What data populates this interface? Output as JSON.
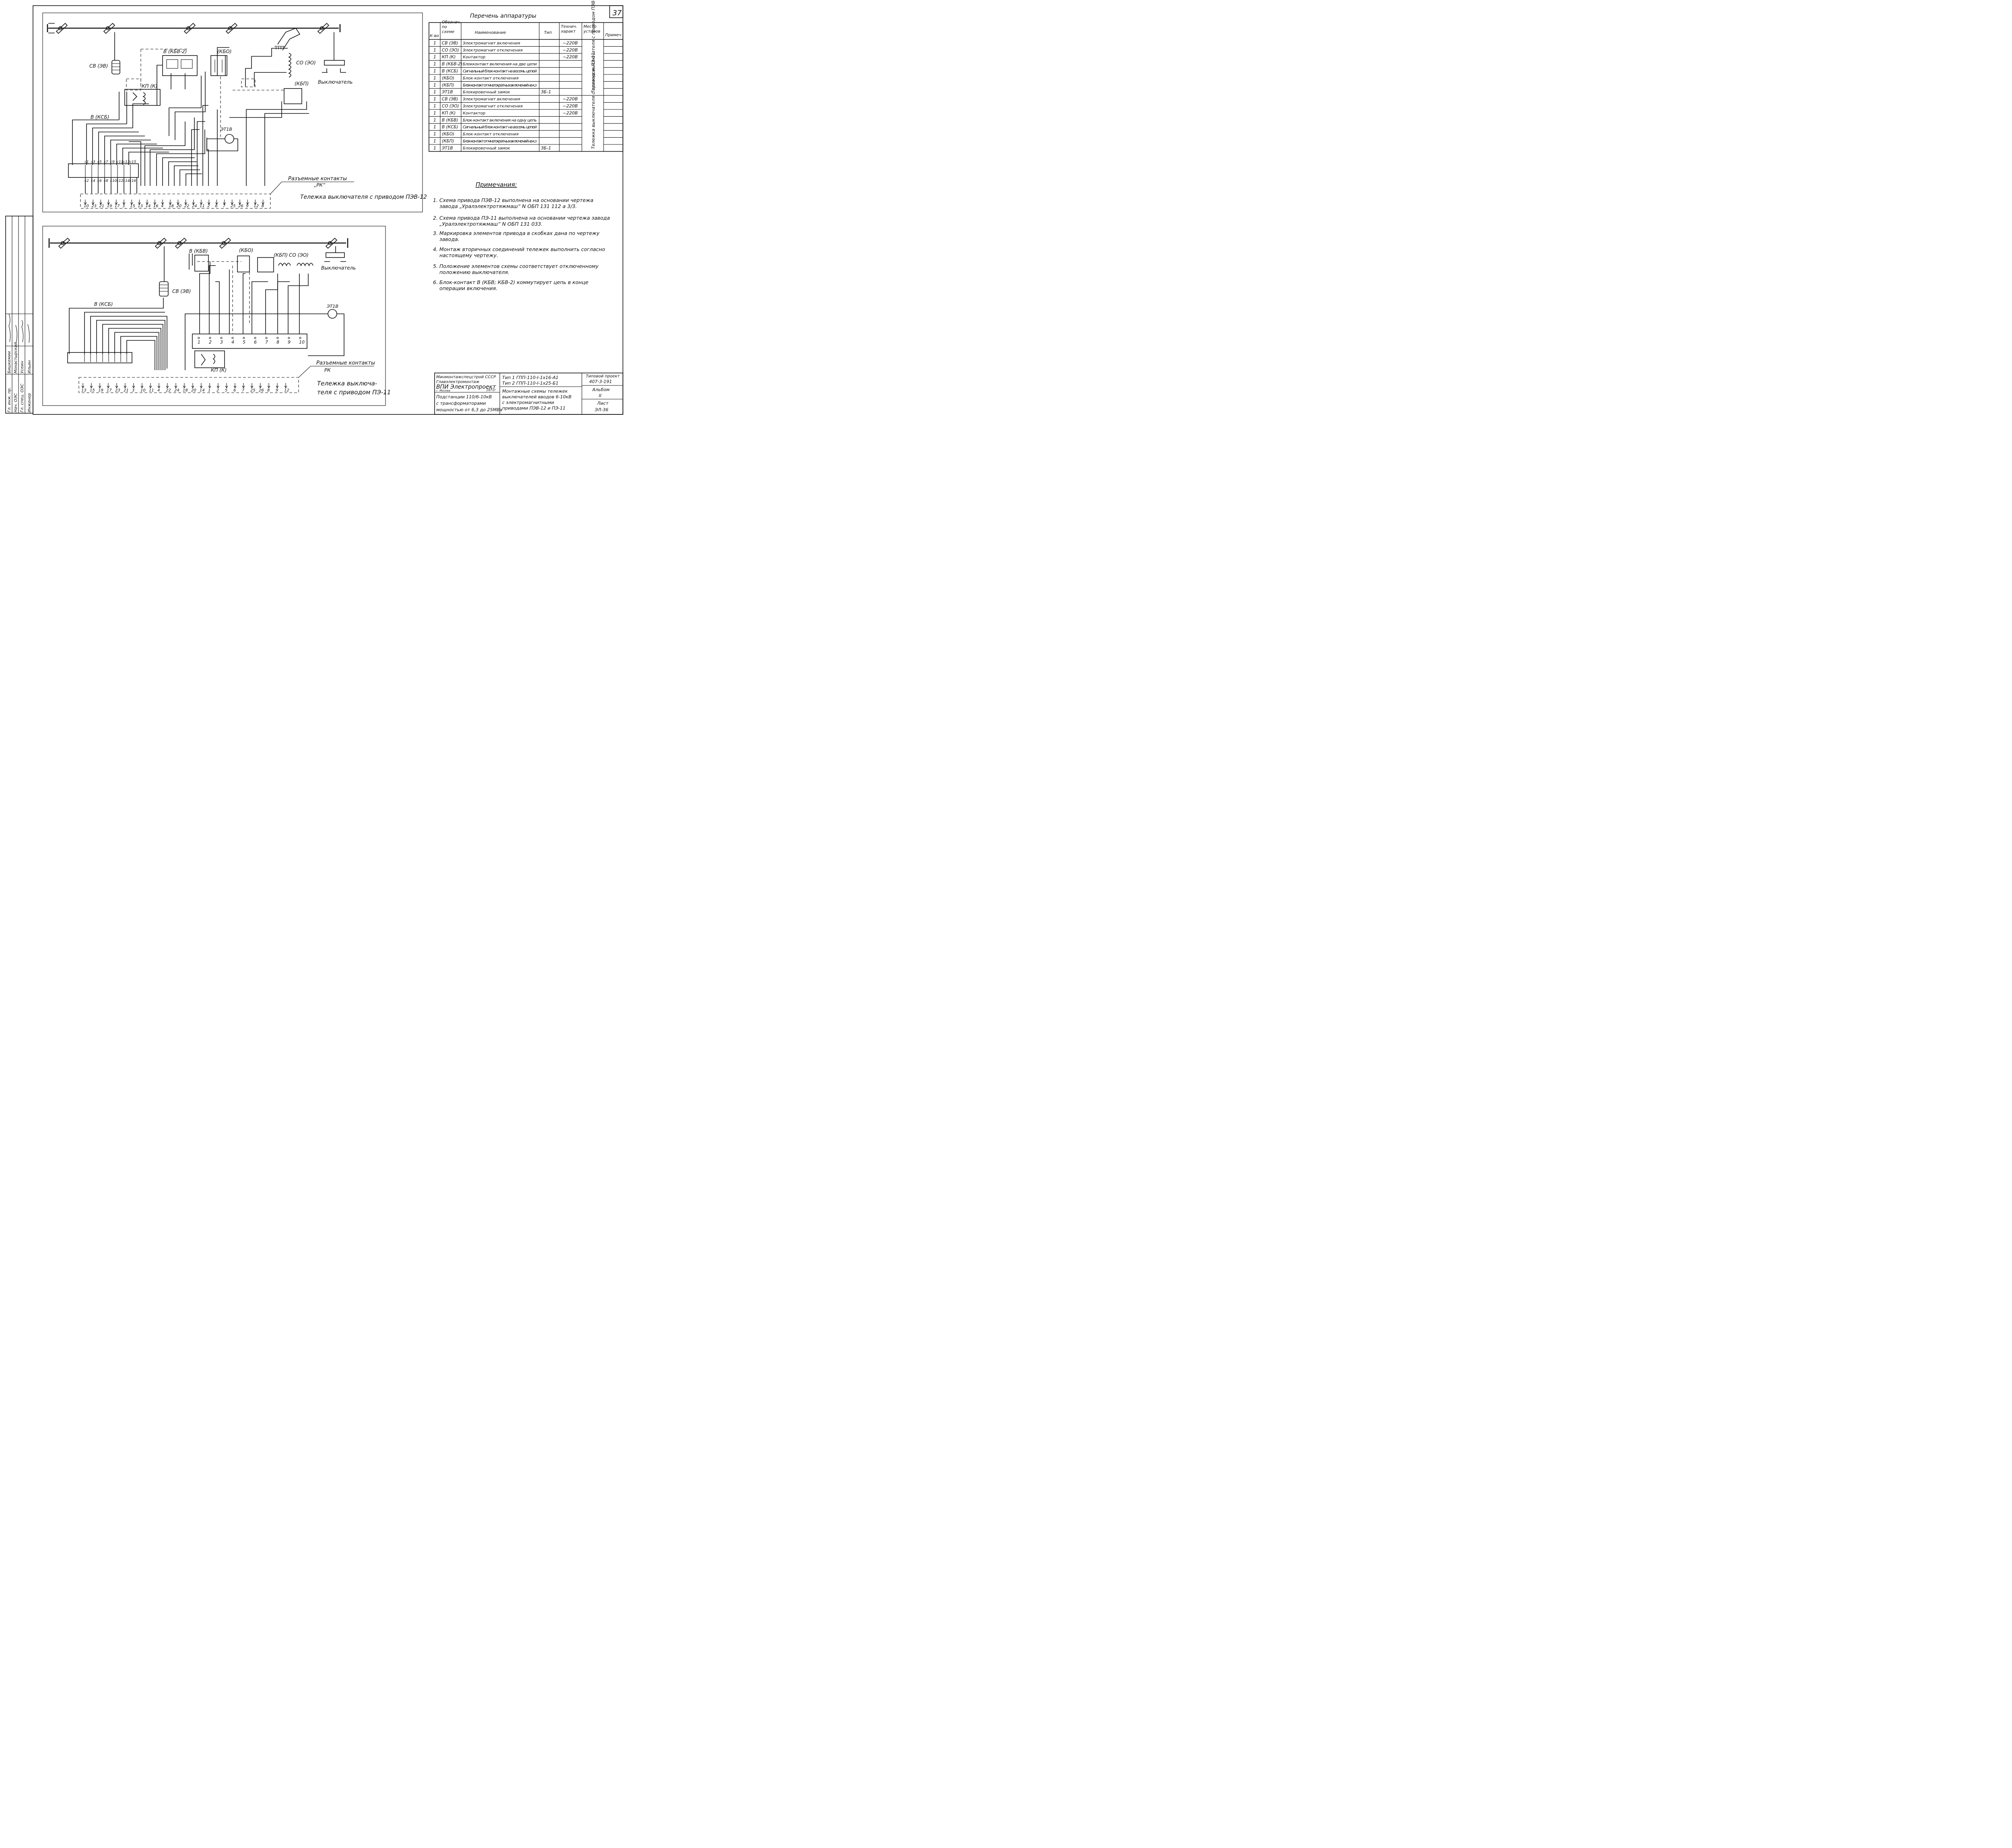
{
  "sheet": {
    "number": "37",
    "equipment_list_title": "Перечень аппаратуры",
    "notes_title": "Примечания:"
  },
  "table": {
    "headers": [
      "К-во",
      "Обознач. по схеме",
      "Наименование",
      "Тип",
      "Технич. характ",
      "Место установ",
      "Примеч"
    ],
    "rows": [
      {
        "qty": "1",
        "code": "СВ (ЭВ)",
        "name": "Электромагнит включения",
        "type": "",
        "tech": "~220В"
      },
      {
        "qty": "1",
        "code": "СО (ЭО)",
        "name": "Электромагнит отключения",
        "type": "",
        "tech": "~220В"
      },
      {
        "qty": "1",
        "code": "КП (К)",
        "name": "Контактор",
        "type": "",
        "tech": "~220В"
      },
      {
        "qty": "1",
        "code": "В (КБВ-2)",
        "name": "Блокконтакт включения на две цепи",
        "type": "",
        "tech": ""
      },
      {
        "qty": "1",
        "code": "В (КСБ)",
        "name": "Сигнальный блок-контакт на восемь цепей",
        "type": "",
        "tech": ""
      },
      {
        "qty": "1",
        "code": "(КБО)",
        "name": "Блок-контакт отключения",
        "type": "",
        "tech": ""
      },
      {
        "qty": "1",
        "code": "(КБП)",
        "name": "Блок-контакт от многократных включений на к.з",
        "type": "",
        "tech": ""
      },
      {
        "qty": "1",
        "code": "ЭТ1В",
        "name": "Блокировочный замок",
        "type": "ЗБ-1",
        "tech": ""
      },
      {
        "qty": "1",
        "code": "СВ (ЭВ)",
        "name": "Электромагнит включения",
        "type": "",
        "tech": "~220В"
      },
      {
        "qty": "1",
        "code": "СО (ЭО)",
        "name": "Электромагнит отключения",
        "type": "",
        "tech": "~220В"
      },
      {
        "qty": "1",
        "code": "КП (К)",
        "name": "Контактор",
        "type": "",
        "tech": "~220В"
      },
      {
        "qty": "1",
        "code": "В (КБВ)",
        "name": "Блок-контакт включения на одну цепь",
        "type": "",
        "tech": ""
      },
      {
        "qty": "1",
        "code": "В (КСБ)",
        "name": "Сигнальный блок-контакт на восемь цепей",
        "type": "",
        "tech": ""
      },
      {
        "qty": "1",
        "code": "(КБО)",
        "name": "Блок-контакт отключения",
        "type": "",
        "tech": ""
      },
      {
        "qty": "1",
        "code": "(КБП)",
        "name": "Блок-контакт от многократных включений на к.з",
        "type": "",
        "tech": ""
      },
      {
        "qty": "1",
        "code": "ЭТ1В",
        "name": "Блокировочный замок",
        "type": "ЗБ-1",
        "tech": ""
      }
    ],
    "place_group1": "Тележка выключателя с приводом ПЭВ-12",
    "place_group2": "Тележка выключателя с приводом ПЭ-11"
  },
  "notes": [
    "1. Схема привода ПЭВ-12 выполнена на основании чертежа завода „Уралэлектротяжмаш“ N ОБП 131 112 а 3/3.",
    "2. Схема привода ПЭ-11 выполнена на основании чертежа завода „Уралэлектротяжмаш“ N ОБП 131 033.",
    "3. Маркировка элементов привода в скобках дана по чертежу завода.",
    "4. Монтаж вторичных соединений тележек выполнить согласно настоящему чертежу.",
    "5. Положение элементов схемы соответствует отключенному положению выключателя.",
    "6. Блок-контакт В (КБВ; КБВ-2) коммутирует цепь в конце операции включения."
  ],
  "diagram1": {
    "labels": {
      "cv": "СВ (ЭВ)",
      "kbv2": "В (КБВ-2)",
      "kbo": "(КБО)",
      "co": "СО (ЭО)",
      "kbp": "(КБП)",
      "kp": "КП (К)",
      "breaker": "Выключатель",
      "ksb": "В (КСБ)",
      "et": "ЭТ1В",
      "rk_title": "Разъемные контакты",
      "rk": "„РК“",
      "caption": "Тележка выключателя с приводом ПЭВ-12"
    },
    "block_top": [
      "с1",
      "с3",
      "с5",
      "с7",
      "с9",
      "с11",
      "с13",
      "с15"
    ],
    "block_bottom": [
      "с2",
      "с4",
      "с6",
      "с8",
      "с10",
      "с12",
      "с14",
      "с16"
    ],
    "terminals": [
      "10",
      "23",
      "21",
      "19",
      "17",
      "3",
      "15",
      "13",
      "14",
      "16",
      "4",
      "18",
      "20",
      "22",
      "24",
      "11",
      "2",
      "6",
      "7",
      "25",
      "26",
      "9",
      "12",
      "8"
    ]
  },
  "diagram2": {
    "labels": {
      "kbv": "В (КБВ)",
      "kbo": "(КБО)",
      "kbp": "(КБП)",
      "co": "СО (ЭО)",
      "breaker": "Выключатель",
      "cv": "СВ (ЭВ)",
      "ksb": "В (КСБ)",
      "et": "ЭТ1В",
      "kp": "КП (К)",
      "rk_title": "Разъемные контакты",
      "rk": "РК",
      "caption1": "Тележка выключа-",
      "caption2": "теля с приводом ПЭ-11"
    },
    "strip": [
      "1",
      "2",
      "3",
      "4",
      "5",
      "6",
      "7",
      "8",
      "9",
      "10"
    ],
    "terminals": [
      "13",
      "15",
      "19",
      "17",
      "23",
      "21",
      "3",
      "10",
      "11",
      "4",
      "22",
      "24",
      "18",
      "20",
      "14",
      "1",
      "2",
      "5",
      "6",
      "7",
      "25",
      "26",
      "8",
      "9",
      "12"
    ]
  },
  "titleblock": {
    "org1": "Минмонтажспецстрой СССР",
    "org2": "Главэлектромонтаж",
    "org3": "ВПИ Электропроект",
    "city": "г. Москва",
    "year": "1971г",
    "project_title": "Подстанции 110/6-10кВ с трансформаторами мощностью от 6,3 до 25МВа",
    "type1": "Тип 1 ГПП-110-I-1х16-А1",
    "type2": "Тип 2 ГПП-110-I-1х25-Б1",
    "sheet_title": "Монтажные схемы тележек выключателей вводов 6-10кВ с электромагнитными приводами ПЭВ-12 и ПЭ-11",
    "typical_project_label": "Типовой проект",
    "project_no": "407-3-191",
    "album_label": "Альбом",
    "album_no": "II",
    "sheet_label": "Лист",
    "sheet_no": "ЭЛ-36"
  },
  "stamp": {
    "roles": [
      "Гл. инж. пр.",
      "Нач. ОЭС",
      "Гл. спец. ОЭС",
      "Инженер"
    ],
    "names": [
      "Бишкемии",
      "Монастырский",
      "Усеин",
      "Ильин"
    ]
  }
}
